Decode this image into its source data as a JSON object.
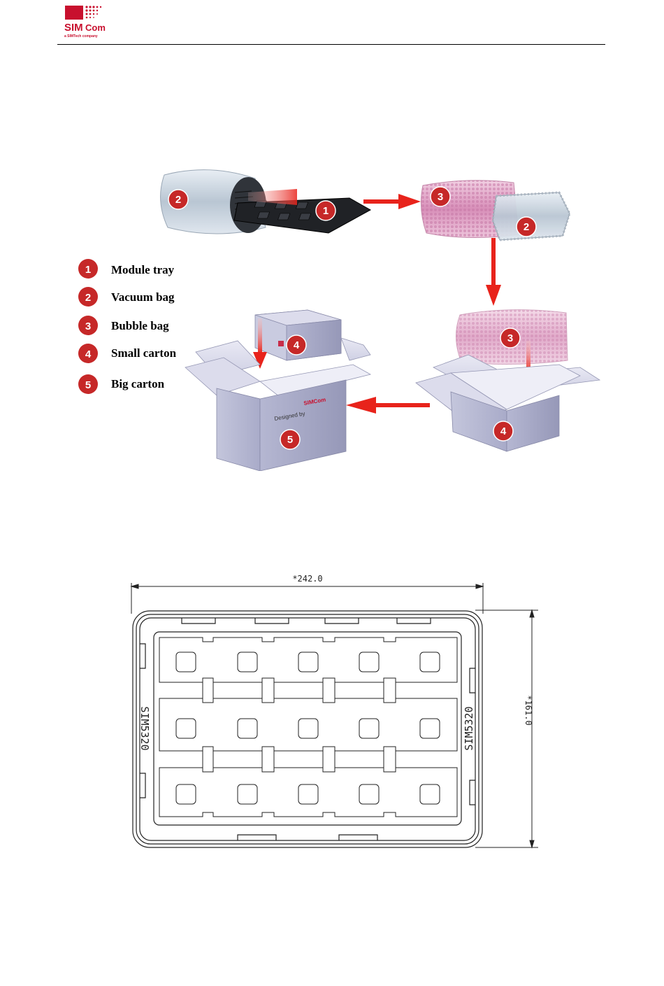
{
  "header": {
    "logo_sim": "SIM",
    "logo_com": "Com",
    "logo_tagline": "a SIMTech company",
    "brand_color": "#c8102e"
  },
  "packaging_figure": {
    "legend": [
      {
        "num": "1",
        "label": "Module tray"
      },
      {
        "num": "2",
        "label": "Vacuum bag"
      },
      {
        "num": "3",
        "label": "Bubble bag"
      },
      {
        "num": "4",
        "label": "Small carton"
      },
      {
        "num": "5",
        "label": "Big carton"
      }
    ],
    "badges": {
      "tray": "1",
      "vacuum_bag_a": "2",
      "bubble_bag_a": "3",
      "vacuum_bag_b": "2",
      "bubble_bag_b": "3",
      "small_carton_a": "4",
      "small_carton_b": "4",
      "big_carton": "5"
    },
    "carton_print": "Designed by",
    "carton_logo": "SIMCom",
    "badge_color": "#c62828",
    "arrow_color": "#e8231b"
  },
  "tray_drawing": {
    "width_dim": "*242.0",
    "height_dim": "*161.0",
    "label_left": "SIM5320",
    "label_right": "SIM5320"
  }
}
